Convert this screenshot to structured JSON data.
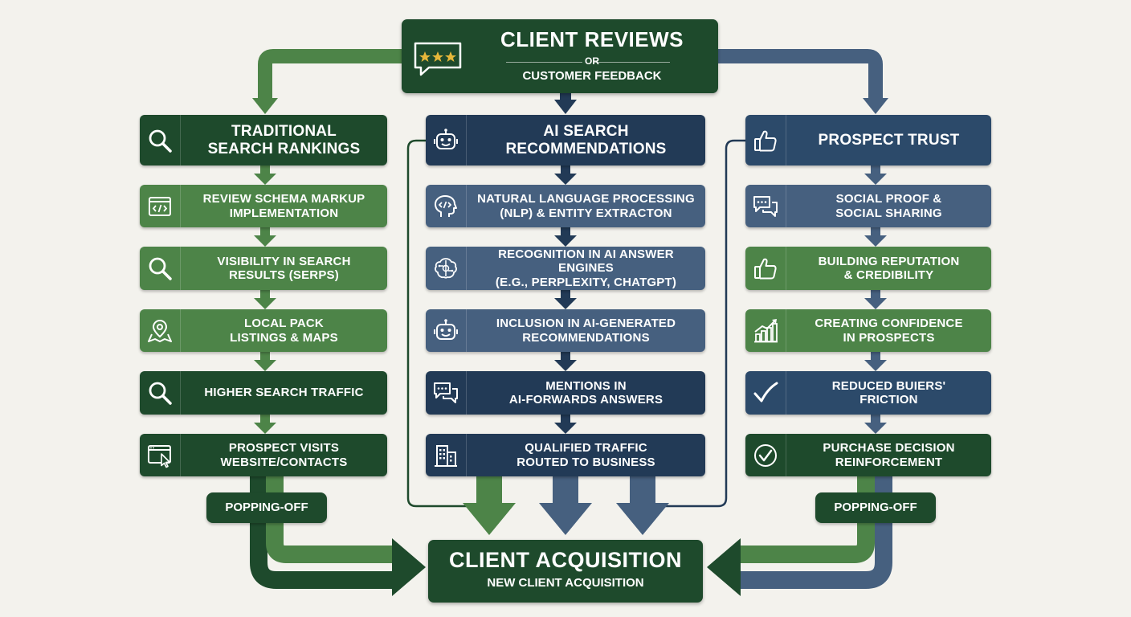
{
  "top": {
    "title": "CLIENT REVIEWS",
    "or": "OR",
    "subtitle": "CUSTOMER FEEDBACK",
    "icon": "star-review-icon"
  },
  "columns": {
    "left": {
      "header": [
        "TRADITIONAL",
        "SEARCH RANKINGS"
      ],
      "header_icon": "search-icon",
      "items": [
        {
          "lines": [
            "REVIEW SCHEMA MARKUP",
            "IMPLEMENTATION"
          ],
          "icon": "code-icon"
        },
        {
          "lines": [
            "VISIBILITY IN SEARCH",
            "RESULTS (SERPs)"
          ],
          "icon": "search-icon"
        },
        {
          "lines": [
            "LOCAL PACK",
            "LISTINGS & MAPS"
          ],
          "icon": "map-pin-icon"
        },
        {
          "lines": [
            "HIGHER SEARCH TRAFFIC"
          ],
          "icon": "search-icon"
        },
        {
          "lines": [
            "PROSPECT VISITS",
            "WEBSITE/CONTACTS"
          ],
          "icon": "browser-cursor-icon"
        }
      ],
      "pill": "POPPING-OFF"
    },
    "middle": {
      "header": [
        "AI SEARCH",
        "RECOMMENDATIONS"
      ],
      "header_icon": "robot-icon",
      "items": [
        {
          "lines": [
            "NATURAL LANGUAGE PROCESSING",
            "(NLP) & ENTITY EXTRACTON"
          ],
          "icon": "brain-code-icon"
        },
        {
          "lines": [
            "RECOGNITION IN AI ANSWER ENGINES",
            "(e.g., PERPLEXITY, CHATGPT)"
          ],
          "icon": "brain-circuit-icon"
        },
        {
          "lines": [
            "INCLUSION IN AI-GENERATED",
            "RECOMMENDATIONS"
          ],
          "icon": "robot-icon"
        },
        {
          "lines": [
            "MENTIONS IN",
            "AI-FORWARDS ANSWERS"
          ],
          "icon": "chat-icon"
        },
        {
          "lines": [
            "QUALIFIED TRAFFIC",
            "ROUTED TO BUSINESS"
          ],
          "icon": "building-icon"
        }
      ]
    },
    "right": {
      "header": [
        "PROSPECT TRUST"
      ],
      "header_icon": "thumbs-up-icon",
      "items": [
        {
          "lines": [
            "SOCIAL PROOF &",
            "SOCIAL SHARING"
          ],
          "icon": "chat-bubbles-icon"
        },
        {
          "lines": [
            "BUILDING REPUTATION",
            "& CREDIBILITY"
          ],
          "icon": "thumbs-up-icon"
        },
        {
          "lines": [
            "CREATING CONFIDENCE",
            "IN PROSPECTS"
          ],
          "icon": "bar-chart-icon"
        },
        {
          "lines": [
            "REDUCED BUIERS'",
            "FRICTION"
          ],
          "icon": "checkmark-icon"
        },
        {
          "lines": [
            "PURCHASE DECISION",
            "REINFORCEMENT"
          ],
          "icon": "check-circle-icon"
        }
      ],
      "pill": "POPPING-OFF"
    }
  },
  "bottom": {
    "title": "CLIENT ACQUISITION",
    "subtitle": "NEW CLIENT ACQUISITION"
  },
  "colors": {
    "dark_green": "#1e4a2c",
    "mid_green": "#4d8448",
    "dark_blue": "#223a56",
    "mid_blue": "#46607f",
    "background": "#f3f2ed",
    "star": "#e6b73a"
  }
}
